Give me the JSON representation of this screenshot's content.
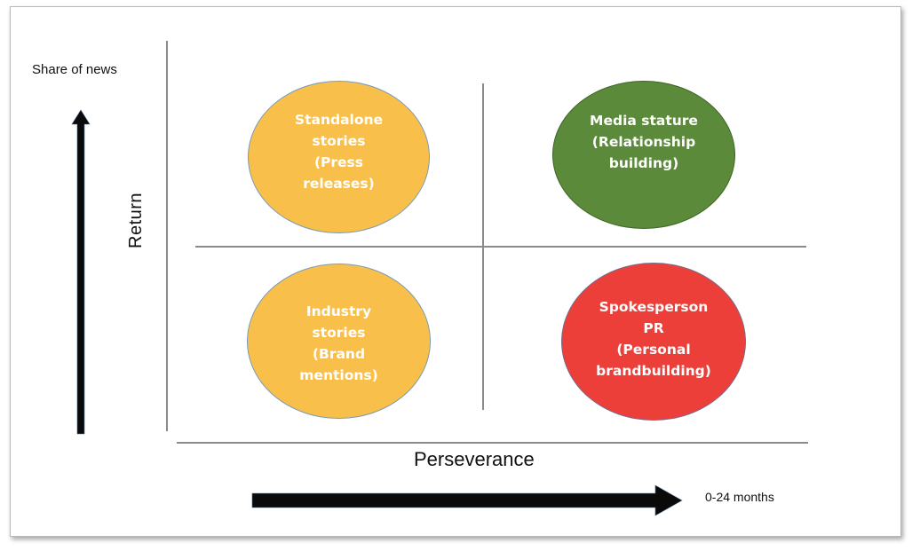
{
  "diagram": {
    "type": "2x2 quadrant matrix",
    "y_axis": {
      "title": "Return",
      "arrow_label": "Share of news"
    },
    "x_axis": {
      "title": "Perseverance",
      "arrow_label": "0-24 months"
    },
    "quadrants": [
      {
        "position": "top-left",
        "label": "Standalone\nstories\n(Press\nreleases)",
        "color": "#f8c04b"
      },
      {
        "position": "top-right",
        "label": "Media stature\n(Relationship\nbuilding)",
        "color": "#5a8a3a"
      },
      {
        "position": "bottom-left",
        "label": "Industry\nstories\n(Brand\nmentions)",
        "color": "#f8c04b"
      },
      {
        "position": "bottom-right",
        "label": "Spokesperson\nPR\n(Personal\nbrandbuilding)",
        "color": "#ed3f3a"
      }
    ],
    "arrow_color": "#0a0a0a",
    "divider_color": "#8a8a8a"
  }
}
